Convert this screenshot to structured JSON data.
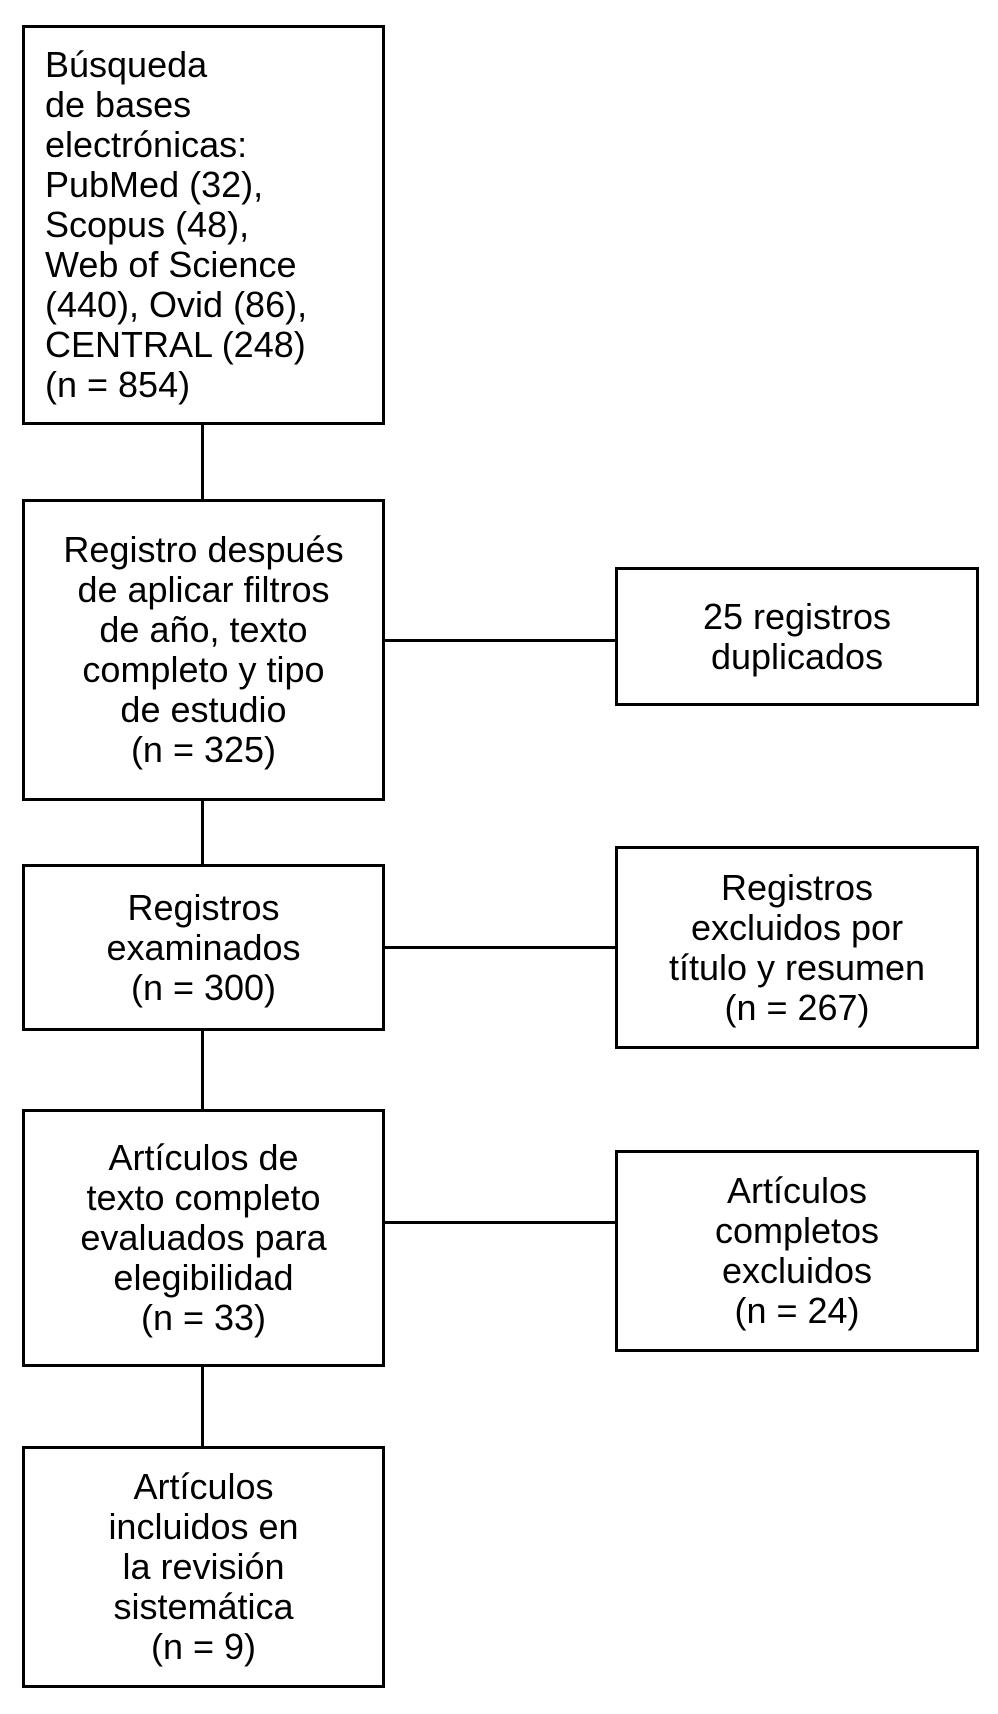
{
  "colors": {
    "border": "#000000",
    "background": "#ffffff",
    "text": "#000000"
  },
  "flowchart": {
    "left_column": [
      {
        "id": "database_search",
        "text": "Búsqueda\nde bases\nelectrónicas:\nPubMed (32),\nScopus (48),\nWeb of Science\n(440), Ovid (86),\nCENTRAL (248)\n(n = 854)",
        "n": 854,
        "databases": [
          {
            "name": "PubMed",
            "count": 32
          },
          {
            "name": "Scopus",
            "count": 48
          },
          {
            "name": "Web of Science",
            "count": 440
          },
          {
            "name": "Ovid",
            "count": 86
          },
          {
            "name": "CENTRAL",
            "count": 248
          }
        ]
      },
      {
        "id": "filtered_records",
        "text": "Registro después\nde aplicar filtros\nde año, texto\ncompleto y tipo\nde estudio\n(n = 325)",
        "n": 325
      },
      {
        "id": "records_screened",
        "text": "Registros\nexaminados\n(n = 300)",
        "n": 300
      },
      {
        "id": "fulltext_assessed",
        "text": "Artículos de\ntexto completo\nevaluados para\nelegibilidad\n(n = 33)",
        "n": 33
      },
      {
        "id": "included_articles",
        "text": "Artículos\nincluidos en\nla revisión\nsistemática\n(n = 9)",
        "n": 9
      }
    ],
    "right_column": [
      {
        "id": "duplicate_records",
        "text": "25 registros\nduplicados",
        "n": 25
      },
      {
        "id": "excluded_title_abstract",
        "text": "Registros\nexcluidos por\ntítulo y resumen\n(n = 267)",
        "n": 267
      },
      {
        "id": "fulltext_excluded",
        "text": "Artículos\ncompletos\nexcluidos\n(n = 24)",
        "n": 24
      }
    ]
  }
}
